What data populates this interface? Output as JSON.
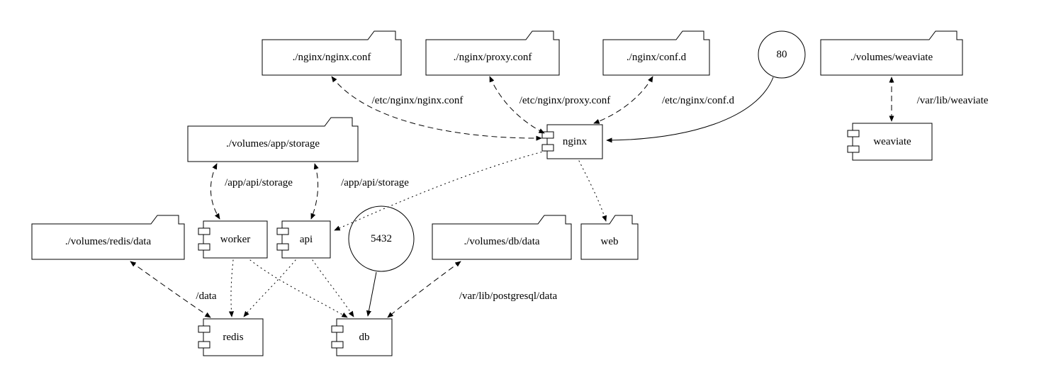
{
  "diagram": {
    "background_color": "#ffffff",
    "line_color": "#000000"
  },
  "nodes": {
    "nginx_conf": {
      "label": "./nginx/nginx.conf",
      "type": "folder"
    },
    "proxy_conf": {
      "label": "./nginx/proxy.conf",
      "type": "folder"
    },
    "conf_d": {
      "label": "./nginx/conf.d",
      "type": "folder"
    },
    "port_80": {
      "label": "80",
      "type": "circle"
    },
    "volumes_weaviate": {
      "label": "./volumes/weaviate",
      "type": "folder"
    },
    "volumes_app_storage": {
      "label": "./volumes/app/storage",
      "type": "folder"
    },
    "nginx": {
      "label": "nginx",
      "type": "component"
    },
    "weaviate": {
      "label": "weaviate",
      "type": "component"
    },
    "volumes_redis_data": {
      "label": "./volumes/redis/data",
      "type": "folder"
    },
    "worker": {
      "label": "worker",
      "type": "component"
    },
    "api": {
      "label": "api",
      "type": "component"
    },
    "port_5432": {
      "label": "5432",
      "type": "circle"
    },
    "volumes_db_data": {
      "label": "./volumes/db/data",
      "type": "folder"
    },
    "web": {
      "label": "web",
      "type": "folder"
    },
    "redis": {
      "label": "redis",
      "type": "component"
    },
    "db": {
      "label": "db",
      "type": "component"
    }
  },
  "edge_labels": {
    "nginx_conf_mount": "/etc/nginx/nginx.conf",
    "proxy_conf_mount": "/etc/nginx/proxy.conf",
    "conf_d_mount": "/etc/nginx/conf.d",
    "weaviate_mount": "/var/lib/weaviate",
    "worker_storage_mount": "/app/api/storage",
    "api_storage_mount": "/app/api/storage",
    "redis_mount": "/data",
    "db_mount": "/var/lib/postgresql/data"
  }
}
